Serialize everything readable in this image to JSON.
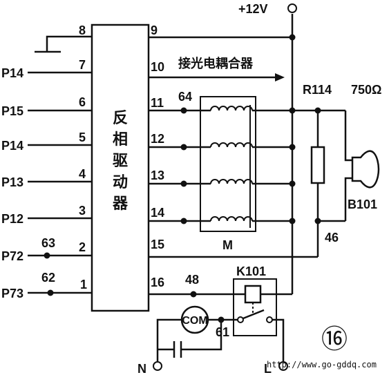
{
  "supply": {
    "label": "+12V"
  },
  "chip": {
    "label_chars": [
      "反",
      "相",
      "驱",
      "动",
      "器"
    ]
  },
  "left_pins": [
    {
      "num": "8",
      "signal": ""
    },
    {
      "num": "7",
      "signal": "P14"
    },
    {
      "num": "6",
      "signal": "P15"
    },
    {
      "num": "5",
      "signal": "P14"
    },
    {
      "num": "4",
      "signal": "P13"
    },
    {
      "num": "3",
      "signal": "P12"
    },
    {
      "num": "2",
      "signal": "P72"
    },
    {
      "num": "1",
      "signal": "P73"
    }
  ],
  "left_node_labels": {
    "p72": "63",
    "p73": "62"
  },
  "right_pins": [
    "9",
    "10",
    "11",
    "12",
    "13",
    "14",
    "15",
    "16"
  ],
  "optocoupler": {
    "label": "接光电耦合器"
  },
  "nodes": {
    "n64": "64",
    "n48": "48",
    "n46": "46",
    "n61": "61"
  },
  "motor": {
    "label": "M"
  },
  "resistor": {
    "name": "R114",
    "value": "750Ω"
  },
  "buzzer": {
    "label": "B101"
  },
  "relay": {
    "label": "K101"
  },
  "compressor": {
    "label": "COM"
  },
  "terminals": {
    "neutral": "N",
    "live": "L"
  },
  "figure_number": "⑯",
  "watermark": "http://www.go-gddq.com"
}
